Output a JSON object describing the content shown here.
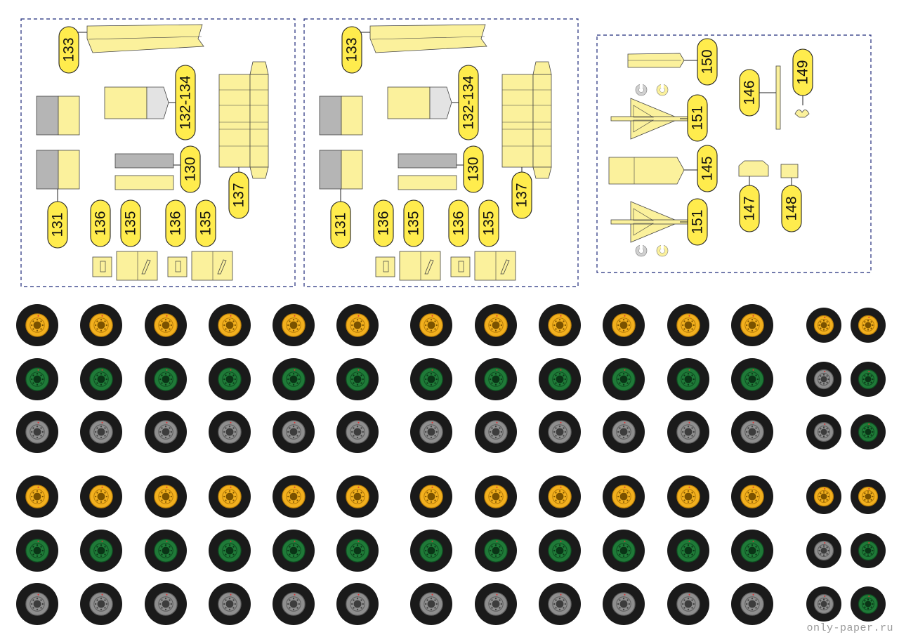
{
  "colors": {
    "part_fill": "#fbf19c",
    "part_stroke": "#444444",
    "gray_fill": "#b5b5b5",
    "label_fill": "#ffec4d",
    "frame_stroke": "#1f2a7a",
    "tire": "#1a1a1a",
    "hub_yellow": "#f2b01e",
    "hub_green": "#1f7a38",
    "hub_gray": "#8e8e8e"
  },
  "sheet_a": {
    "labels": [
      "133",
      "132-134",
      "130",
      "137",
      "131",
      "136",
      "135",
      "136",
      "135"
    ]
  },
  "sheet_b": {
    "labels": [
      "133",
      "132-134",
      "130",
      "137",
      "131",
      "136",
      "135",
      "136",
      "135"
    ]
  },
  "sheet_c": {
    "labels": [
      "150",
      "146",
      "149",
      "151",
      "145",
      "147",
      "148",
      "151"
    ]
  },
  "wheels": {
    "large_rows": [
      "yellow",
      "green",
      "gray",
      "yellow",
      "green",
      "gray"
    ],
    "large_columns": 12,
    "small_rows": [
      [
        "yellow",
        "yellow"
      ],
      [
        "gray",
        "green"
      ],
      [
        "gray",
        "green"
      ],
      [
        "yellow",
        "yellow"
      ],
      [
        "gray",
        "green"
      ],
      [
        "gray",
        "green"
      ]
    ]
  },
  "watermark": "only-paper.ru"
}
